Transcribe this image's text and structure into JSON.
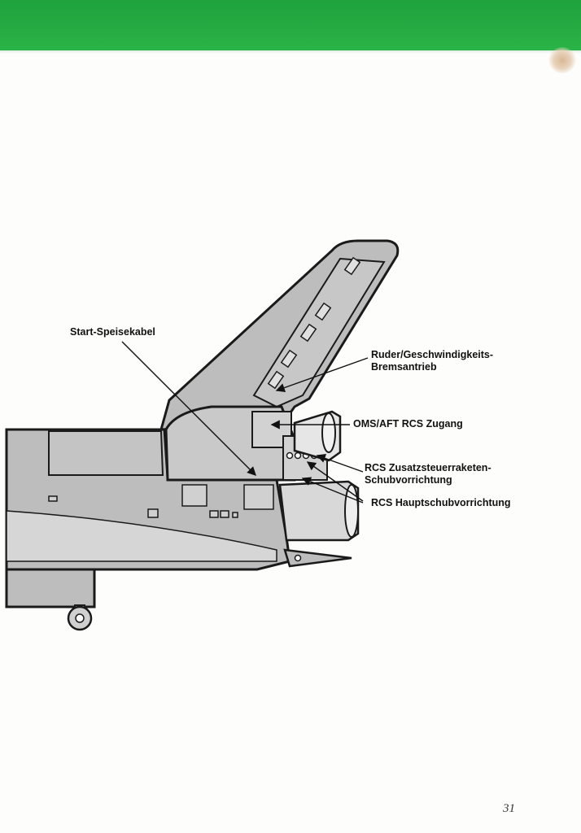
{
  "header": {
    "band_color": "#27ad44"
  },
  "diagram": {
    "labels": {
      "start_speisekabel": "Start-Speisekabel",
      "ruder_line1": "Ruder/Geschwindigkeits-",
      "ruder_line2": "Bremsantrieb",
      "oms_aft": "OMS/AFT RCS Zugang",
      "rcs_zusatz_line1": "RCS Zusatzsteuerraketen-",
      "rcs_zusatz_line2": "Schubvorrichtung",
      "rcs_haupt": "RCS Hauptschubvorrichtung"
    },
    "colors": {
      "fuselage_fill": "#bdbdbd",
      "outline": "#1a1a1a"
    }
  },
  "footer": {
    "page_number": "31"
  }
}
